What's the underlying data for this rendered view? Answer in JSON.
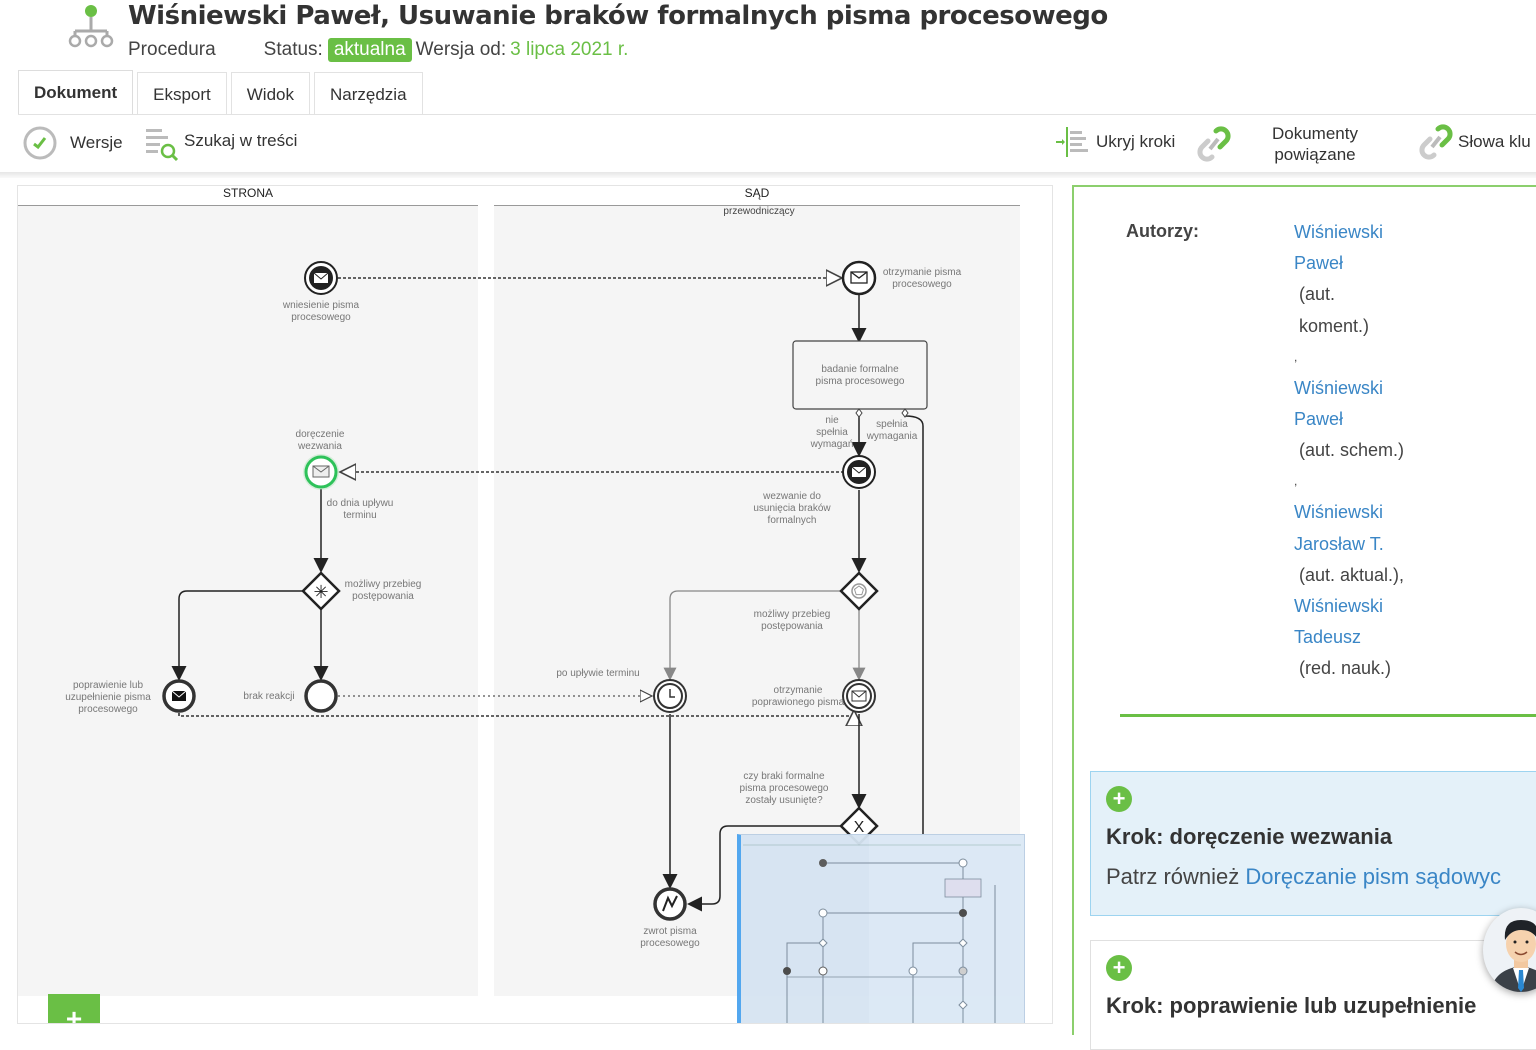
{
  "header": {
    "title": "Wiśniewski Paweł, Usuwanie braków formalnych pisma procesowego",
    "type": "Procedura",
    "status_label": "Status:",
    "status_value": "aktualna",
    "version_label": "Wersja od:",
    "version_date": "3 lipca 2021 r."
  },
  "tabs": [
    {
      "label": "Dokument",
      "active": true
    },
    {
      "label": "Eksport",
      "active": false
    },
    {
      "label": "Widok",
      "active": false
    },
    {
      "label": "Narzędzia",
      "active": false
    }
  ],
  "toolbar": {
    "versions": "Wersje",
    "search_content": "Szukaj w treści",
    "hide_steps": "Ukryj kroki",
    "related_docs_line1": "Dokumenty",
    "related_docs_line2": "powiązane",
    "keywords": "Słowa klu"
  },
  "diagram": {
    "lanes": {
      "left": "STRONA",
      "right": "SĄD",
      "right_sub": "przewodniczący"
    },
    "labels": {
      "wniesienie": [
        "wniesienie pisma",
        "procesowego"
      ],
      "otrzymanie": [
        "otrzymanie pisma",
        "procesowego"
      ],
      "badanie": [
        "badanie formalne",
        "pisma procesowego"
      ],
      "nie_spelnia": [
        "nie",
        "spełnia",
        "wymagań"
      ],
      "spelnia": [
        "spełnia",
        "wymagania"
      ],
      "doreczenie": [
        "doręczenie",
        "wezwania"
      ],
      "do_dnia": [
        "do dnia upływu",
        "terminu"
      ],
      "wezwanie": [
        "wezwanie do",
        "usunięcia braków",
        "formalnych"
      ],
      "mozliwy_left": [
        "możliwy przebieg",
        "postępowania"
      ],
      "mozliwy_right": [
        "możliwy przebieg",
        "postępowania"
      ],
      "poprawienie": [
        "poprawienie lub",
        "uzupełnienie pisma",
        "procesowego"
      ],
      "brak_reakcji": [
        "brak reakcji"
      ],
      "po_uplywie": [
        "po upływie terminu"
      ],
      "otrzymanie_poprawionego": [
        "otrzymanie",
        "poprawionego pisma"
      ],
      "czy_braki": [
        "czy braki formalne",
        "pisma procesowego",
        "zostały usunięte?"
      ],
      "zwrot": [
        "zwrot pisma",
        "procesowego"
      ]
    },
    "add_button": "+"
  },
  "authors": {
    "label": "Autorzy:",
    "list": [
      {
        "name": [
          "Wiśniewski",
          "Paweł"
        ],
        "role": [
          "(aut.",
          "koment.)"
        ],
        "sep": ","
      },
      {
        "name": [
          "Wiśniewski",
          "Paweł"
        ],
        "role": [
          "(aut. schem.)"
        ],
        "sep": ","
      },
      {
        "name": [
          "Wiśniewski",
          "Jarosław T."
        ],
        "role": [
          "(aut. aktual.),"
        ],
        "sep": ""
      },
      {
        "name": [
          "Wiśniewski",
          "Tadeusz"
        ],
        "role": [
          "(red. nauk.)"
        ],
        "sep": ""
      }
    ]
  },
  "steps": [
    {
      "title": "Krok: doręczenie wezwania",
      "see_also": "Patrz również",
      "link": "Doręczanie pism sądowyc",
      "highlighted": true
    },
    {
      "title": "Krok: poprawienie lub uzupełnienie",
      "highlighted": false
    }
  ],
  "colors": {
    "brand_green": "#6abf45",
    "link_blue": "#3a86c6",
    "highlight_bg": "#e4f1f9"
  }
}
